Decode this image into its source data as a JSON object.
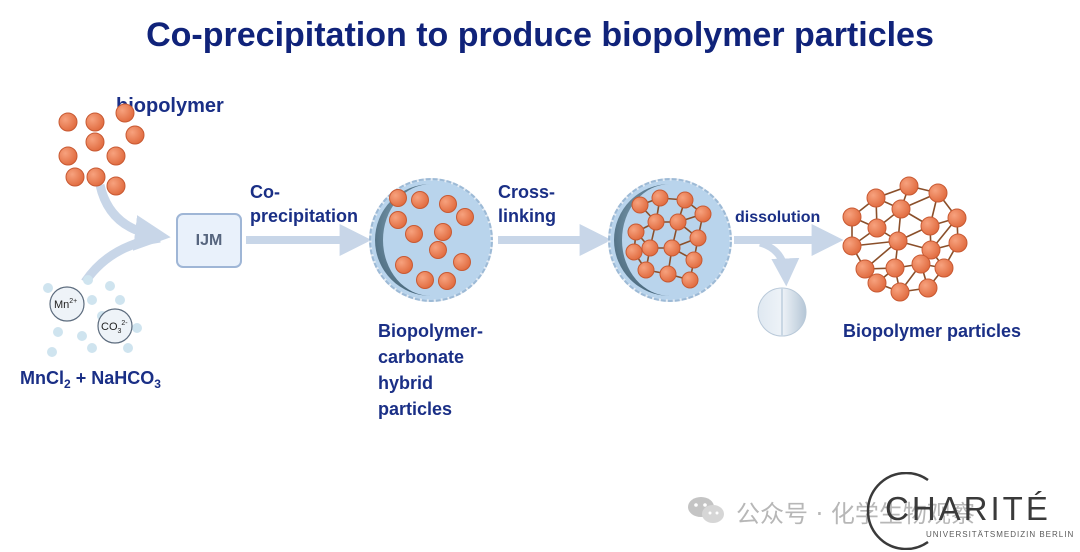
{
  "title": "Co-precipitation to produce biopolymer particles",
  "labels": {
    "biopolymer": "biopolymer",
    "reagents": {
      "a": "MnCl",
      "a_sub": "2",
      "plus": " + NaHCO",
      "b_sub": "3"
    },
    "ions": {
      "mn": "Mn",
      "mn_sup": "2+",
      "co": "CO",
      "co_sub": "3",
      "co_sup": "2-"
    },
    "ijm": "IJM",
    "step1": [
      "Co-",
      "precipitation"
    ],
    "step2": [
      "Cross-",
      "linking"
    ],
    "step3": "dissolution",
    "hybrid": [
      "Biopolymer-",
      "carbonate",
      "hybrid",
      "particles"
    ],
    "product": "Biopolymer particles"
  },
  "watermark": "公众号 · 化学生物观察",
  "logo": {
    "name": "CHARITÉ",
    "subtitle": "UNIVERSITÄTSMEDIZIN BERLIN"
  },
  "colors": {
    "title": "#10237a",
    "label": "#1a2f86",
    "bead": "#ec7a4f",
    "arrow": "#c8d6e8",
    "shell": "#b9d4ec",
    "core": "#5b7d92",
    "link": "#8a4f2a"
  }
}
